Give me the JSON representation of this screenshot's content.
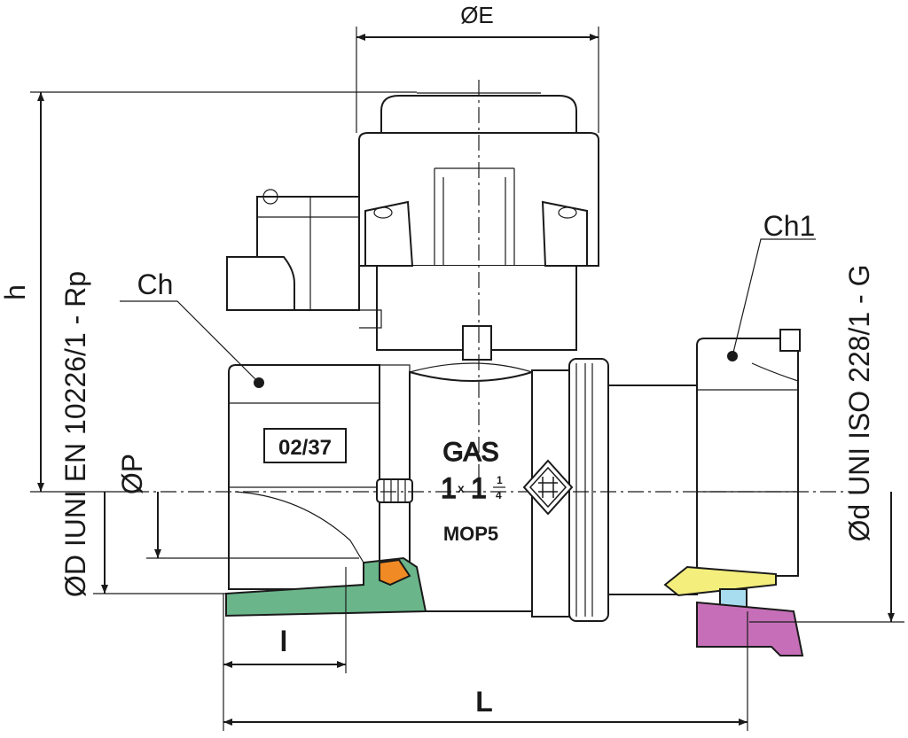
{
  "dimensions": {
    "diameter_e": "ØE",
    "height": "h",
    "length": "L",
    "thread_length": "l",
    "diameter_p": "ØP",
    "wrench_ch": "Ch",
    "wrench_ch1": "Ch1",
    "left_thread": "ØD IUNI EN 10226/1 - Rp",
    "right_thread": "Ød UNI ISO 228/1 - G"
  },
  "markings": {
    "date_code": "02/37",
    "medium": "GAS",
    "size_main": "1",
    "size_x": "x",
    "size_whole": "1",
    "size_num": "1",
    "size_den": "4",
    "pressure": "MOP5"
  },
  "colors": {
    "left_seal": "#6ab58a",
    "orange_ring": "#f08a24",
    "yellow_washer": "#f4ee7c",
    "blue_oring": "#a8dcef",
    "purple_nut": "#c66fb8"
  }
}
